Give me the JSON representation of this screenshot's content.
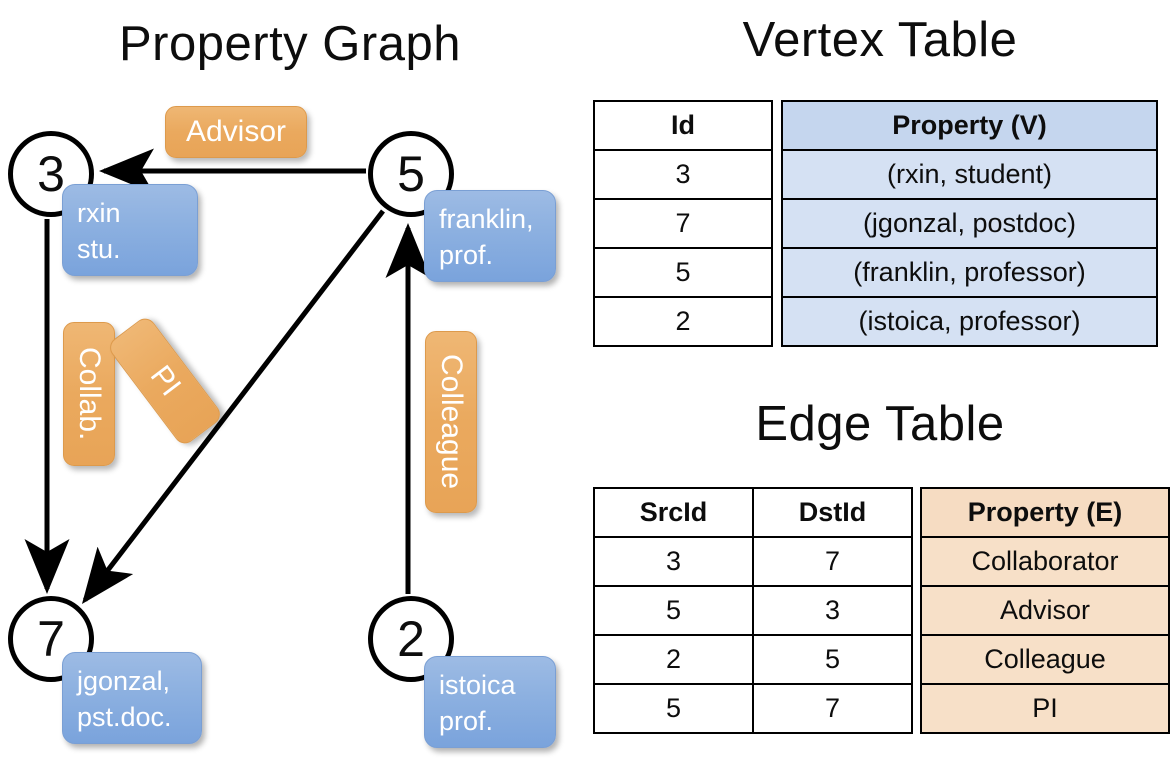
{
  "titles": {
    "property_graph": "Property Graph",
    "vertex_table": "Vertex Table",
    "edge_table": "Edge Table"
  },
  "graph": {
    "nodes": [
      {
        "id": "3",
        "name": "rxin",
        "role": "stu.",
        "label_line1": "rxin",
        "label_line2": "stu."
      },
      {
        "id": "5",
        "name": "franklin",
        "role": "prof.",
        "label_line1": "franklin,",
        "label_line2": "prof."
      },
      {
        "id": "7",
        "name": "jgonzal",
        "role": "pst.doc.",
        "label_line1": "jgonzal,",
        "label_line2": "pst.doc."
      },
      {
        "id": "2",
        "name": "istoica",
        "role": "prof.",
        "label_line1": "istoica",
        "label_line2": "prof."
      }
    ],
    "edge_labels": [
      {
        "key": "advisor",
        "text": "Advisor"
      },
      {
        "key": "collab",
        "text": "Collab."
      },
      {
        "key": "pi",
        "text": "PI"
      },
      {
        "key": "colleague",
        "text": "Colleague"
      }
    ]
  },
  "vertex_table": {
    "headers": [
      "Id",
      "Property (V)"
    ],
    "rows": [
      {
        "id": "3",
        "property": "(rxin, student)"
      },
      {
        "id": "7",
        "property": "(jgonzal, postdoc)"
      },
      {
        "id": "5",
        "property": "(franklin, professor)"
      },
      {
        "id": "2",
        "property": "(istoica, professor)"
      }
    ]
  },
  "edge_table": {
    "headers": [
      "SrcId",
      "DstId",
      "Property (E)"
    ],
    "rows": [
      {
        "src": "3",
        "dst": "7",
        "property": "Collaborator"
      },
      {
        "src": "5",
        "dst": "3",
        "property": "Advisor"
      },
      {
        "src": "2",
        "dst": "5",
        "property": "Colleague"
      },
      {
        "src": "5",
        "dst": "7",
        "property": "PI"
      }
    ]
  },
  "colors": {
    "vertex_header_bg": "#c5d6ee",
    "vertex_cell_bg": "#d5e1f3",
    "edge_header_bg": "#f6dcc2",
    "edge_cell_bg": "#f7e0c8",
    "node_box_blue": "#8cb0e0",
    "edge_chip_orange": "#eaa95e",
    "stroke": "#000000",
    "background": "#ffffff"
  }
}
